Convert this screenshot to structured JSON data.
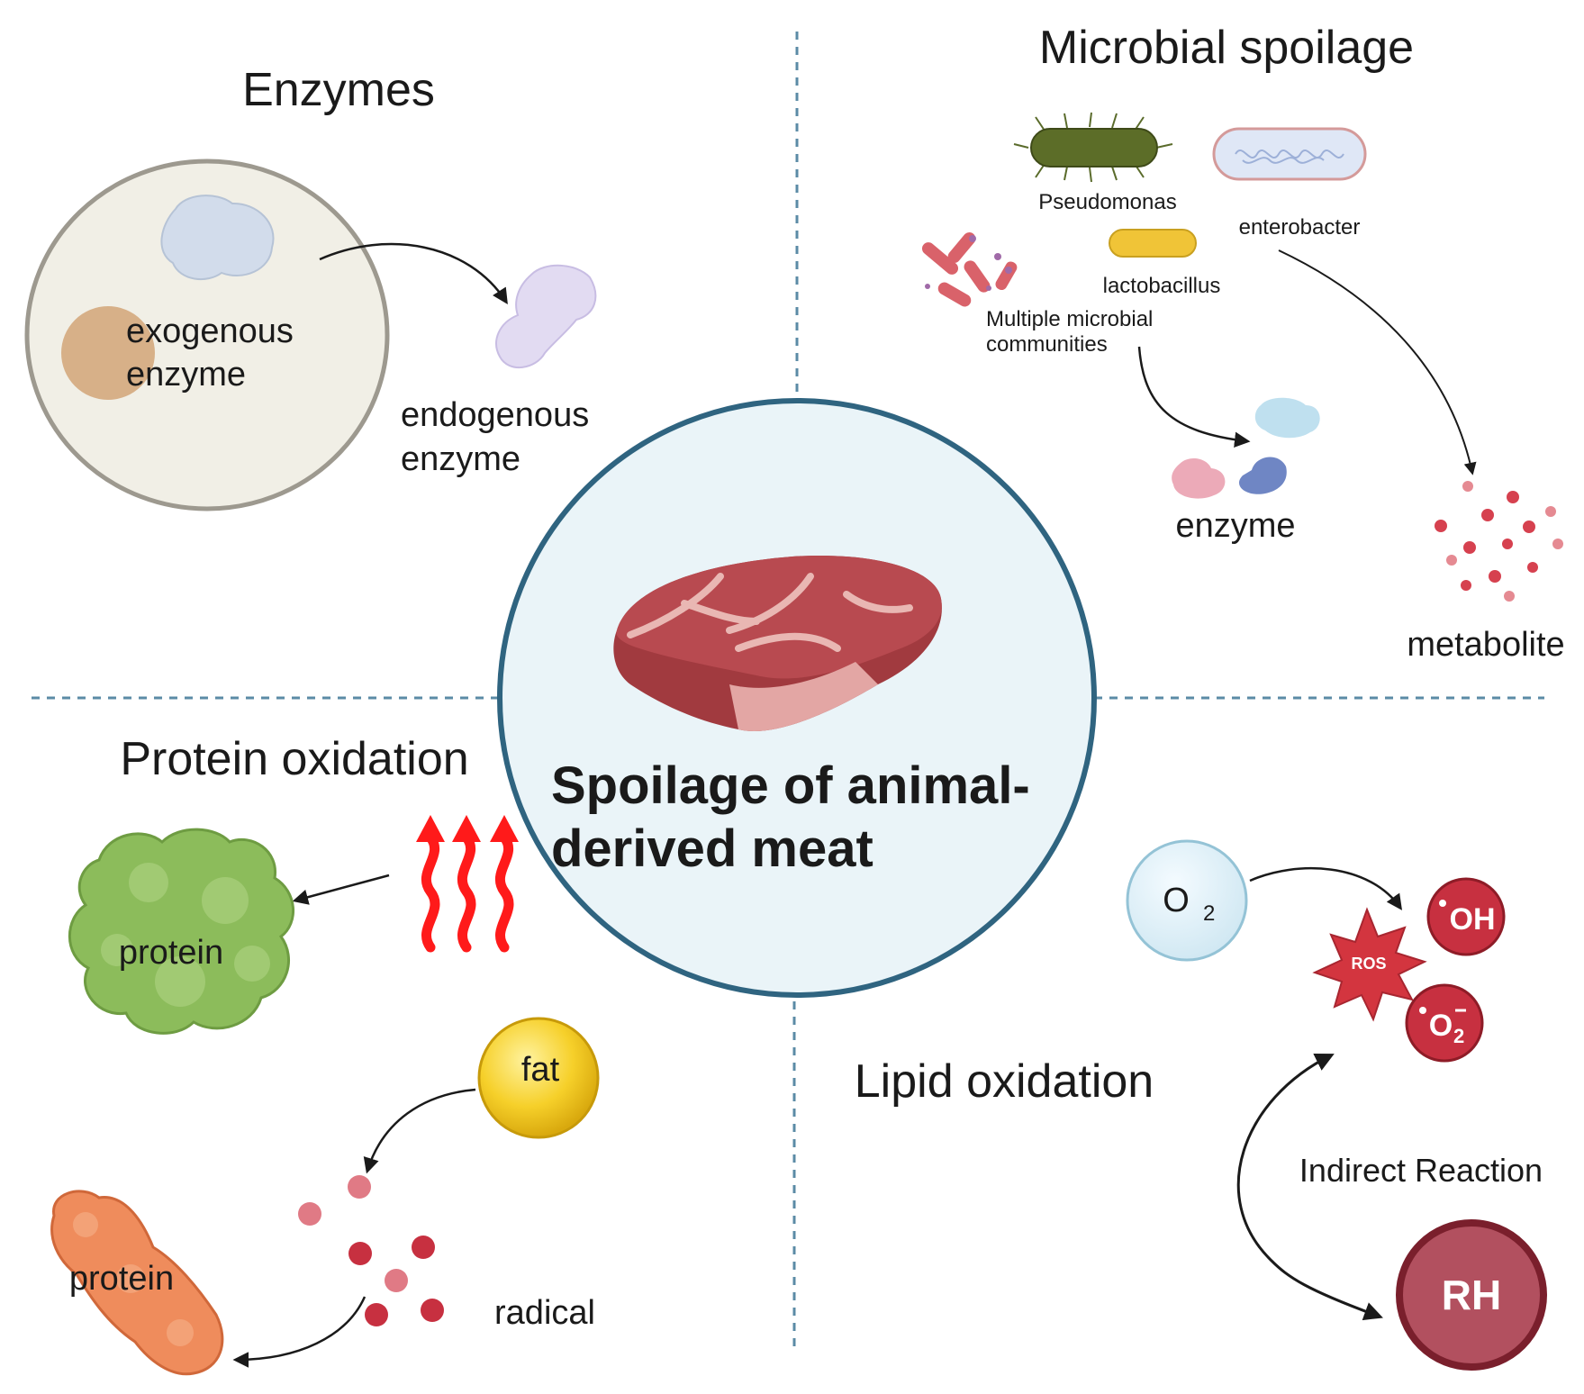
{
  "center": {
    "title_line1": "Spoilage of animal-",
    "title_line2": "derived meat"
  },
  "enzymes": {
    "title": "Enzymes",
    "exogenous_line1": "exogenous",
    "exogenous_line2": "enzyme",
    "endogenous_line1": "endogenous",
    "endogenous_line2": "enzyme"
  },
  "microbial": {
    "title": "Microbial spoilage",
    "pseudomonas": "Pseudomonas",
    "enterobacter": "enterobacter",
    "lactobacillus": "lactobacillus",
    "communities_line1": "Multiple microbial",
    "communities_line2": "communities",
    "enzyme": "enzyme",
    "metabolite": "metabolite"
  },
  "protein_ox": {
    "title": "Protein oxidation",
    "protein1": "protein",
    "protein2": "protein",
    "fat": "fat",
    "radical": "radical"
  },
  "lipid_ox": {
    "title": "Lipid oxidation",
    "o2": "O",
    "o2_sub": "2",
    "ros": "ROS",
    "oh": "OH",
    "o2_radical": "O",
    "o2_radical_sub": "2",
    "indirect": "Indirect Reaction",
    "rh": "RH"
  },
  "colors": {
    "circle_border": "#2f6480",
    "circle_fill": "#eaf4f8",
    "divider": "#5b8ba6",
    "heat": "#ff1a1a",
    "radical_dark": "#c73040",
    "radical_light": "#e07a85",
    "protein_green": "#8cbc5b",
    "protein_orange": "#ef8c5c",
    "fat_yellow": "#f4cc22"
  }
}
